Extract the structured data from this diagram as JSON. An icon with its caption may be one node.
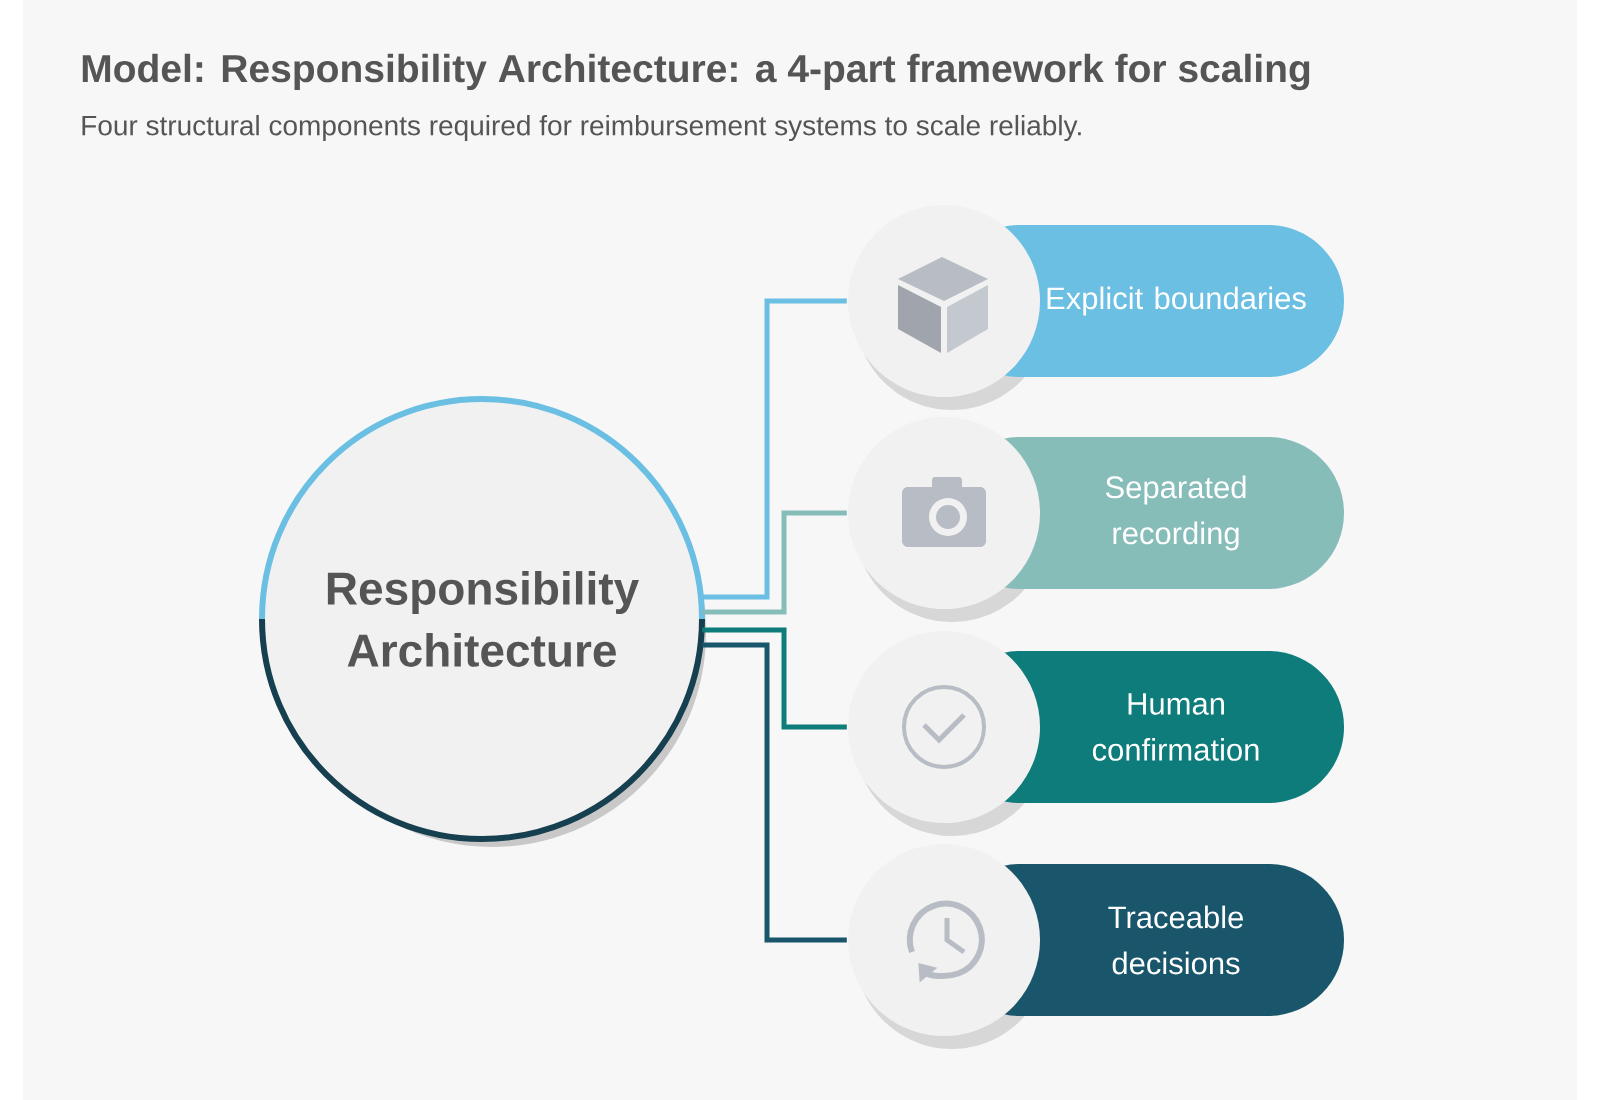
{
  "diagram": {
    "title": "Model: Responsibility Architecture: a 4-part framework for scaling",
    "nodes": [
      {
        "text": [
          "Responsibility Architecture"
        ]
      },
      {
        "text": [
          "Explicit boundaries"
        ]
      },
      {
        "text": [
          "Separated recording"
        ]
      },
      {
        "text": [
          "Human confirmation"
        ]
      },
      {
        "text": [
          "Traceable decisions"
        ]
      }
    ],
    "edges": [
      {
        "from": 0,
        "to": 1,
        "arrow": "none",
        "color": "#6bbfe3"
      },
      {
        "from": 0,
        "to": 2,
        "arrow": "none",
        "color": "#87bdb9"
      },
      {
        "from": 0,
        "to": 3,
        "arrow": "none",
        "color": "#0e7c7a"
      },
      {
        "from": 0,
        "to": 4,
        "arrow": "none",
        "color": "#1a566b"
      }
    ],
    "labels": [
      "Four structural components required for reimbursement systems to scale reliably."
    ]
  }
}
